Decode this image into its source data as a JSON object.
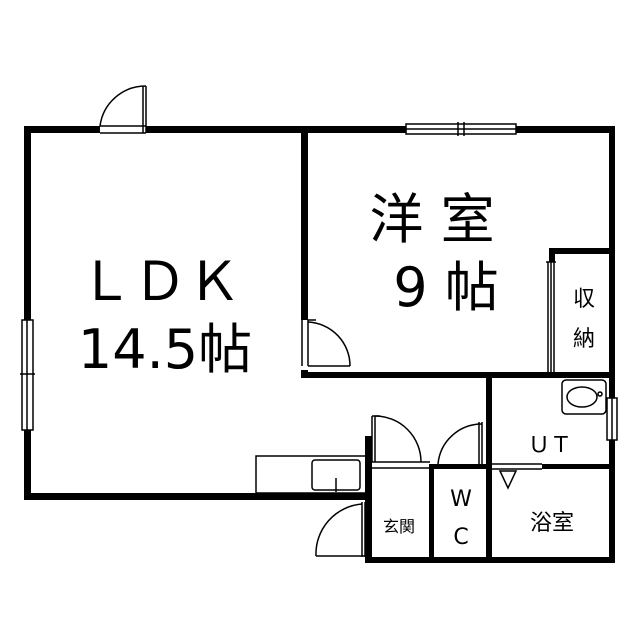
{
  "rooms": {
    "ldk": {
      "name": "ＬＤＫ",
      "size": "14.5帖"
    },
    "western": {
      "name": "洋 室",
      "size": "9 帖"
    },
    "storage": {
      "line1": "収",
      "line2": "納"
    },
    "utility": {
      "name": "ＵＴ"
    },
    "bath": {
      "name": "浴室"
    },
    "toilet": {
      "line1": "W",
      "line2": "C"
    },
    "entrance": {
      "name": "玄関"
    }
  },
  "colors": {
    "wall": "#000000",
    "background": "#ffffff"
  }
}
